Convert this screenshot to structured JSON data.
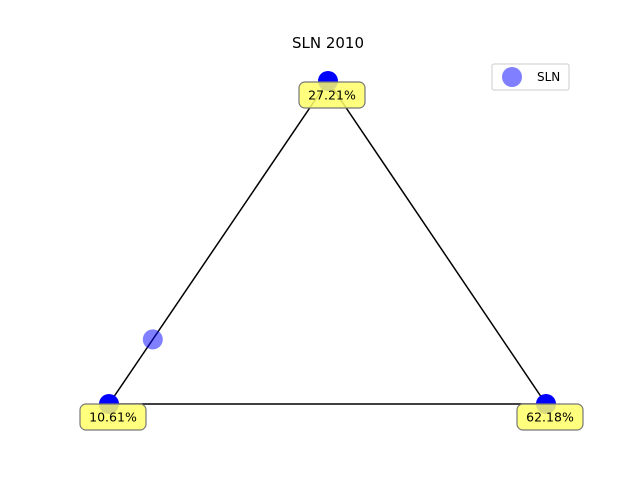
{
  "chart_data": {
    "type": "scatter",
    "title": "SLN 2010",
    "xlabel": "",
    "ylabel": "",
    "grid": false,
    "axes_visible": false,
    "legend": {
      "placement": "top-right",
      "entries": [
        {
          "name": "SLN",
          "color": "#0000ff",
          "alpha": 0.5
        }
      ]
    },
    "triangle": {
      "edge_color": "#000000",
      "vertex_color": "#0000ff",
      "vertices": [
        {
          "id": "left",
          "label": "10.61%",
          "value": 10.61
        },
        {
          "id": "top",
          "label": "27.21%",
          "value": 27.21
        },
        {
          "id": "right",
          "label": "62.18%",
          "value": 62.18
        }
      ]
    },
    "series": [
      {
        "name": "SLN",
        "color": "#0000ff",
        "alpha": 0.5,
        "points": [
          {
            "left": 0.8,
            "top": 0.2,
            "right": 0.0
          }
        ]
      }
    ],
    "label_style": {
      "fill": "#ffff66",
      "edge": "#777777"
    }
  }
}
